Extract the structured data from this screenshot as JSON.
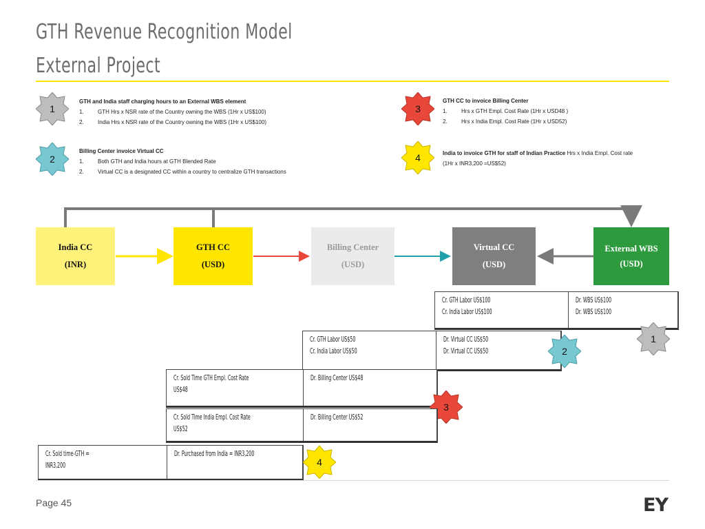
{
  "title": {
    "line1": "GTH Revenue Recognition Model",
    "line2": "External Project"
  },
  "colors": {
    "accent": "#ffe600",
    "red": "#e8473a",
    "teal": "#78c8d2",
    "gray_badge": "#bdbdbd",
    "yellow_badge": "#ffe600"
  },
  "notes": [
    {
      "num": "1",
      "color": "#bdbdbd",
      "heading": "GTH and India staff charging hours to an External WBS element",
      "items": [
        {
          "n": "1.",
          "text": "GTH Hrs x NSR rate of the Country owning the WBS (1Hr x US$100)"
        },
        {
          "n": "2.",
          "text": "India Hrs x NSR rate of the Country owning the WBS (1Hr x US$100)"
        }
      ]
    },
    {
      "num": "2",
      "color": "#78c8d2",
      "heading": "Billing Center invoice Virtual CC",
      "items": [
        {
          "n": "1.",
          "text": "Both GTH and India hours at GTH Blended Rate"
        },
        {
          "n": "2.",
          "text": "Virtual CC is a designated CC within a country to centralize GTH transactions"
        }
      ]
    },
    {
      "num": "3",
      "color": "#e8473a",
      "heading": "GTH CC to invoice Billing Center",
      "items": [
        {
          "n": "1.",
          "text": "Hrs x GTH Empl. Cost Rate (1Hr x USD48 )"
        },
        {
          "n": "2.",
          "text": "Hrs x India Empl. Cost Rate (1Hr x USD52)"
        }
      ]
    },
    {
      "num": "4",
      "color": "#ffe600",
      "heading": "India to invoice GTH for staff of Indian Practice",
      "tail": " Hrs  x India Empl. Cost rate",
      "line2": "(1Hr x INR3,200 =US$52)"
    }
  ],
  "entities": [
    {
      "name": "India CC",
      "currency": "(INR)"
    },
    {
      "name": "GTH CC",
      "currency": "(USD)"
    },
    {
      "name": "Billing Center",
      "currency": "(USD)"
    },
    {
      "name": "Virtual CC",
      "currency": "(USD)"
    },
    {
      "name": "External WBS",
      "currency": "(USD)"
    }
  ],
  "entries": [
    {
      "left": [
        "Cr. GTH Labor US$100",
        "Cr. India Labor US$100"
      ],
      "right": [
        "Dr. WBS US$100",
        "Dr. WBS  US$100"
      ],
      "badge": "1"
    },
    {
      "left": [
        "Cr. GTH Labor US$50",
        "Cr. India Labor US$50"
      ],
      "right": [
        "Dr. Virtual CC US$50",
        "Dr. Virtual CC US$50"
      ],
      "badge": "2"
    },
    {
      "left": [
        "Cr. Sold Time GTH Empl. Cost Rate",
        "US$48"
      ],
      "right": [
        "Dr. Billing Center US$48"
      ],
      "badge": "3"
    },
    {
      "left": [
        "Cr. Sold Time India Empl. Cost Rate",
        "US$52"
      ],
      "right": [
        "Dr. Billing Center US$52"
      ]
    },
    {
      "left": [
        "Cr. Sold time-GTH =",
        "INR3,200"
      ],
      "right": [
        "Dr. Purchased from India = INR3,200"
      ],
      "badge": "4"
    }
  ],
  "footer": {
    "page": "Page 45",
    "logo": "EY"
  }
}
